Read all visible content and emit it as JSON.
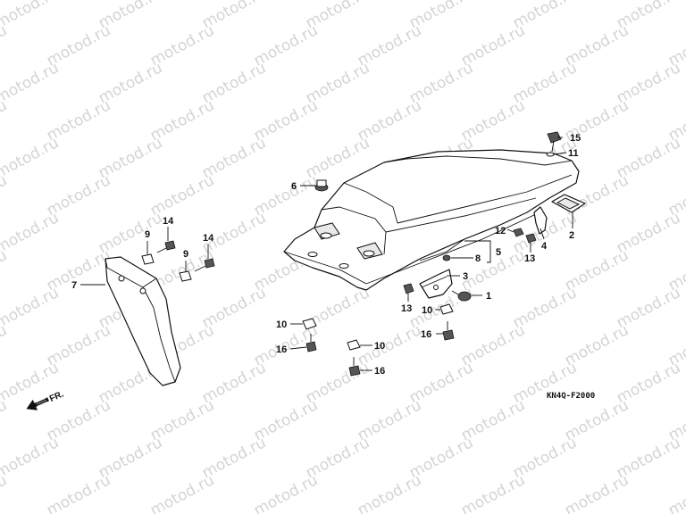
{
  "watermark": "motod.ru",
  "diagram_code": "KN4Q-F2000",
  "direction_label": "FR.",
  "callouts": [
    {
      "id": "c1",
      "label": "1"
    },
    {
      "id": "c2",
      "label": "2"
    },
    {
      "id": "c3",
      "label": "3"
    },
    {
      "id": "c4",
      "label": "4"
    },
    {
      "id": "c5",
      "label": "5"
    },
    {
      "id": "c6",
      "label": "6"
    },
    {
      "id": "c7",
      "label": "7"
    },
    {
      "id": "c8",
      "label": "8"
    },
    {
      "id": "c9a",
      "label": "9"
    },
    {
      "id": "c9b",
      "label": "9"
    },
    {
      "id": "c10a",
      "label": "10"
    },
    {
      "id": "c10b",
      "label": "10"
    },
    {
      "id": "c10c",
      "label": "10"
    },
    {
      "id": "c11",
      "label": "11"
    },
    {
      "id": "c12",
      "label": "12"
    },
    {
      "id": "c13a",
      "label": "13"
    },
    {
      "id": "c13b",
      "label": "13"
    },
    {
      "id": "c14a",
      "label": "14"
    },
    {
      "id": "c14b",
      "label": "14"
    },
    {
      "id": "c15",
      "label": "15"
    },
    {
      "id": "c16a",
      "label": "16"
    },
    {
      "id": "c16b",
      "label": "16"
    },
    {
      "id": "c16c",
      "label": "16"
    }
  ]
}
